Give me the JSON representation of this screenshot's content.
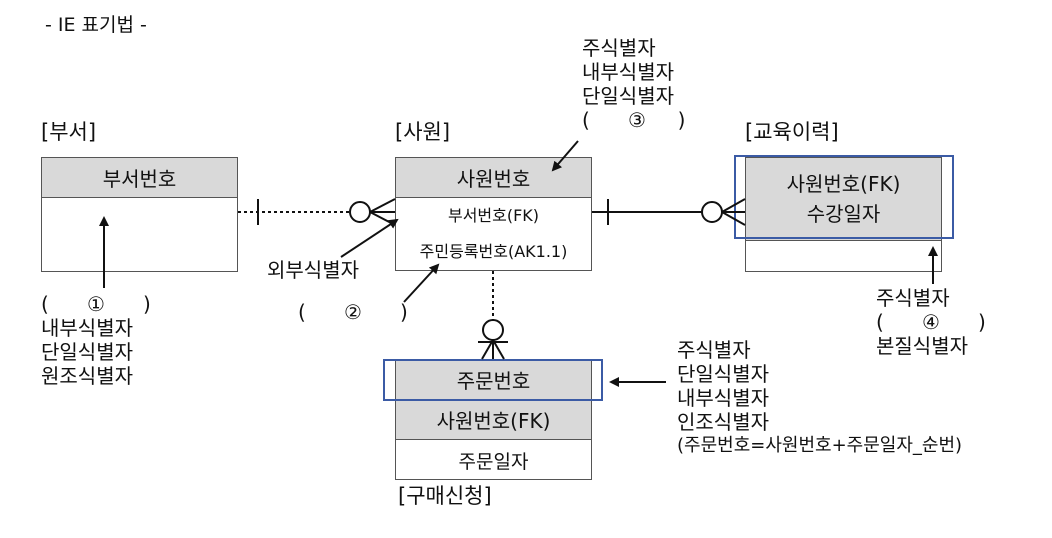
{
  "title": "- IE 표기법 -",
  "entities": {
    "dept": {
      "label": "[부서]",
      "key": "부서번호"
    },
    "emp": {
      "label": "[사원]",
      "key": "사원번호",
      "attr1": "부서번호(FK)",
      "attr2": "주민등록번호(AK1.1)"
    },
    "edu": {
      "label": "[교육이력]",
      "key1": "사원번호(FK)",
      "key2": "수강일자"
    },
    "order": {
      "label": "[구매신청]",
      "key1": "주문번호",
      "key2": "사원번호(FK)",
      "attr": "주문일자"
    }
  },
  "notes": {
    "top": [
      "주식별자",
      "내부식별자",
      "단일식별자",
      "(      ③     )"
    ],
    "left": [
      "(      ①      )",
      "내부식별자",
      "단일식별자",
      "원조식별자"
    ],
    "middle_foreign": "외부식별자",
    "middle_blank": "(      ②      )",
    "right": [
      "주식별자",
      "(      ④      )",
      "본질식별자"
    ],
    "order": [
      "주식별자",
      "단일식별자",
      "내부식별자",
      "인조식별자",
      "(주문번호=사원번호+주문일자_순번)"
    ]
  }
}
